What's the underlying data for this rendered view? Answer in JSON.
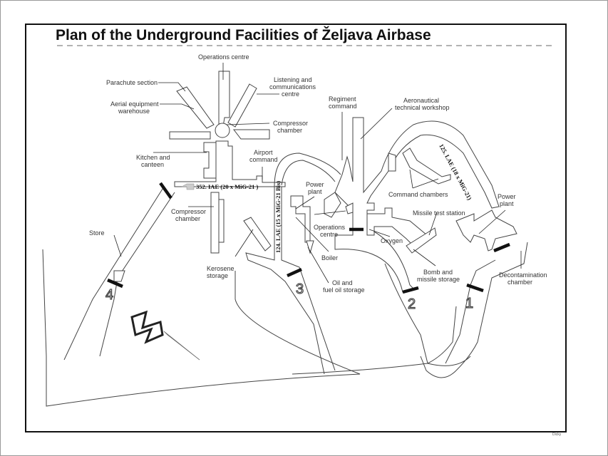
{
  "title": "Plan of the Underground Facilities of Željava Airbase",
  "credit": "Dicky",
  "labels": {
    "operations_centre_top": "Operations centre",
    "parachute_section": "Parachute section",
    "aerial_equipment": [
      "Aerial equipment",
      "warehouse"
    ],
    "listening": [
      "Listening and",
      "communications",
      "centre"
    ],
    "compressor_top": [
      "Compressor",
      "chamber"
    ],
    "kitchen": [
      "Kitchen and",
      "canteen"
    ],
    "airport_command": [
      "Airport",
      "command"
    ],
    "compressor_left": [
      "Compressor",
      "chamber"
    ],
    "store": "Store",
    "kerosene": [
      "Kerosene",
      "storage"
    ],
    "power_plant_left": [
      "Power",
      "plant"
    ],
    "operations_centre_mid": [
      "Operations",
      "centre"
    ],
    "boiler": "Boiler",
    "oil": [
      "Oil and",
      "fuel oil storage"
    ],
    "regiment_command": [
      "Regiment",
      "command"
    ],
    "aeronautical": [
      "Aeronautical",
      "technical workshop"
    ],
    "command_chambers": "Command chambers",
    "missile_test": "Missile test station",
    "oxygen": "Oxygen",
    "bomb": [
      "Bomb and",
      "missile storage"
    ],
    "power_plant_right": [
      "Power",
      "plant"
    ],
    "decontamination": [
      "Decontamination",
      "chamber"
    ]
  },
  "squadrons": {
    "sq352": "352. IAE (20 x MiG-21 )",
    "sq124": "124. LAE (15 x MiG-21 Bis)",
    "sq125": "125. LAE (18 x MiG-21)"
  },
  "entrances": [
    "1",
    "2",
    "3",
    "4"
  ],
  "north_letter": "N"
}
